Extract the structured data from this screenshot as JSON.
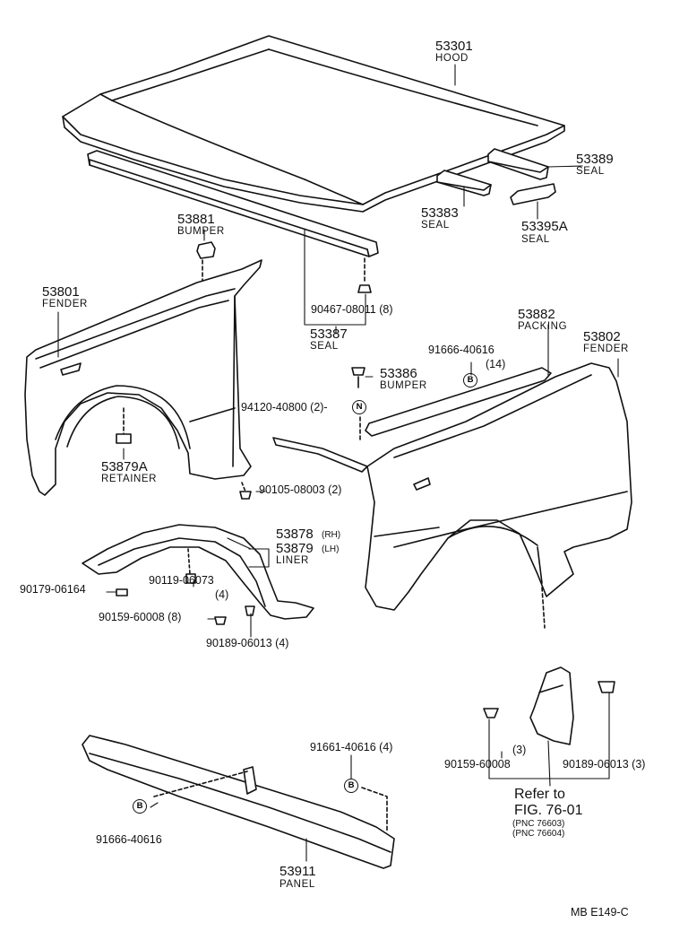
{
  "parts": {
    "hood": {
      "number": "53301",
      "name": "HOOD"
    },
    "seal_53389": {
      "number": "53389",
      "name": "SEAL"
    },
    "seal_53383": {
      "number": "53383",
      "name": "SEAL"
    },
    "seal_53395a": {
      "number": "53395A",
      "name": "SEAL"
    },
    "bumper_53881": {
      "number": "53881",
      "name": "BUMPER"
    },
    "fender_53801": {
      "number": "53801",
      "name": "FENDER"
    },
    "clip_90467": {
      "text": "90467-08011 (8)"
    },
    "seal_53387": {
      "number": "53387",
      "name": "SEAL"
    },
    "packing_53882": {
      "number": "53882",
      "name": "PACKING"
    },
    "fender_53802": {
      "number": "53802",
      "name": "FENDER"
    },
    "bolt_91666_top": {
      "number": "91666-40616",
      "qty": "(14)",
      "mark": "B"
    },
    "bumper_53386": {
      "number": "53386",
      "name": "BUMPER"
    },
    "nut_94120": {
      "text": "94120-40800 (2)-",
      "mark": "N"
    },
    "retainer_53879a": {
      "number": "53879A",
      "name": "RETAINER"
    },
    "screw_90105": {
      "text": "90105-08003 (2)"
    },
    "liner_53878": {
      "number": "53878",
      "suffix": "(RH)"
    },
    "liner_53879": {
      "number": "53879",
      "suffix": "(LH)",
      "name": "LINER"
    },
    "clip_90179": {
      "text": "90179-06164"
    },
    "clip_90119": {
      "number": "90119-06073",
      "qty": "(4)"
    },
    "screw_90159_left": {
      "text": "90159-60008 (8)"
    },
    "clip_90189_left": {
      "text": "90189-06013 (4)"
    },
    "bolt_91661": {
      "text": "91661-40616 (4)",
      "mark": "B"
    },
    "bolt_91666_bottom": {
      "number": "91666-40616",
      "mark": "B"
    },
    "panel_53911": {
      "number": "53911",
      "name": "PANEL"
    },
    "screw_90159_right": {
      "qty": "(3)",
      "number": "90159-60008"
    },
    "clip_90189_right": {
      "text": "90189-06013 (3)"
    },
    "refer": {
      "line1": "Refer to",
      "line2": "FIG. 76-01",
      "pnc1": "(PNC 76603)",
      "pnc2": "(PNC 76604)"
    }
  },
  "footer": {
    "code": "MB  E149-C"
  }
}
